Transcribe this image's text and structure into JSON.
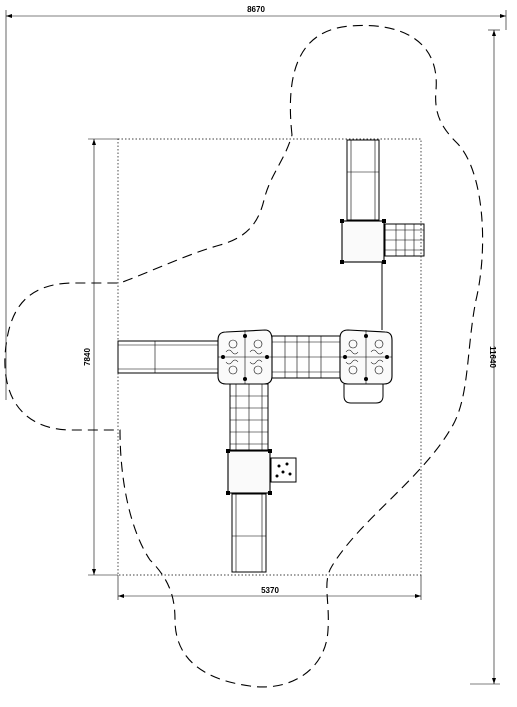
{
  "drawing": {
    "dimensions": {
      "overall_width": "8670",
      "overall_height": "11640",
      "equipment_width": "5370",
      "equipment_height": "7840"
    },
    "colors": {
      "line": "#000000",
      "background": "#ffffff"
    },
    "icons": [
      "slide-icon",
      "platform-icon",
      "climbing-net-icon",
      "panel-icon"
    ]
  }
}
